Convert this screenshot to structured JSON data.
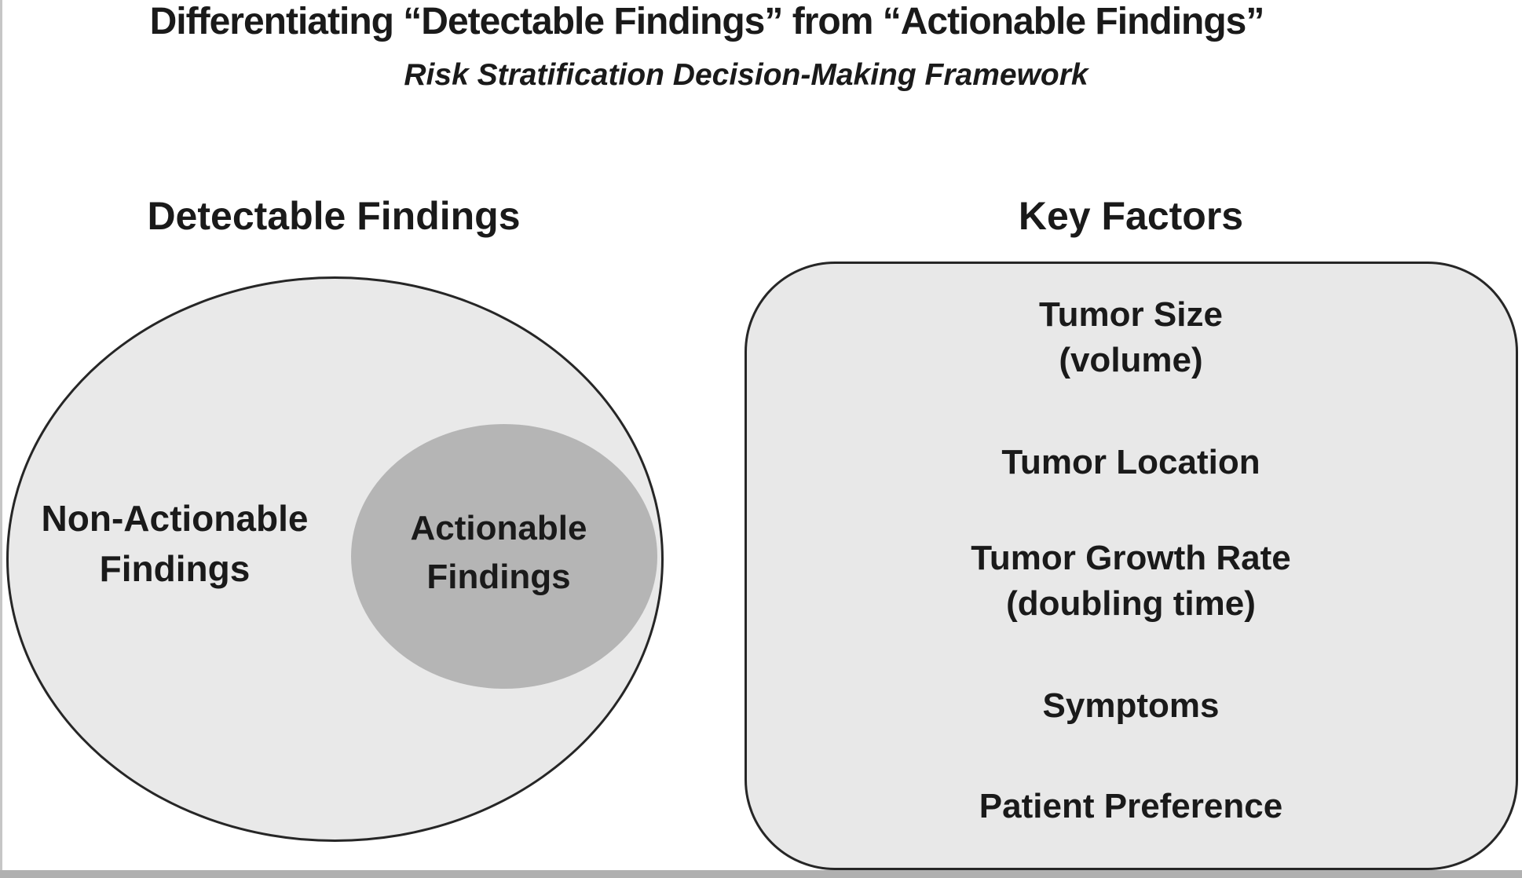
{
  "figure": {
    "title": "Differentiating “Detectable Findings” from “Actionable Findings”",
    "subtitle": "Risk Stratification Decision-Making Framework"
  },
  "venn": {
    "heading": "Detectable Findings",
    "non_actionable_label": {
      "line1": "Non-Actionable",
      "line2": "Findings"
    },
    "actionable_label": {
      "line1": "Actionable",
      "line2": "Findings"
    }
  },
  "key_factors": {
    "heading": "Key Factors",
    "items": [
      {
        "lines": [
          "Tumor Size",
          "(volume)"
        ]
      },
      {
        "lines": [
          "Tumor Location"
        ]
      },
      {
        "lines": [
          "Tumor Growth Rate",
          "(doubling time)"
        ]
      },
      {
        "lines": [
          "Symptoms"
        ]
      },
      {
        "lines": [
          "Patient Preference"
        ]
      }
    ]
  },
  "colors": {
    "shape_fill_light": "#e9e9e9",
    "shape_fill_dark": "#b5b5b5",
    "outline": "#262626",
    "bottom_bar": "#b0b0b0",
    "text": "#1a1a1a"
  }
}
